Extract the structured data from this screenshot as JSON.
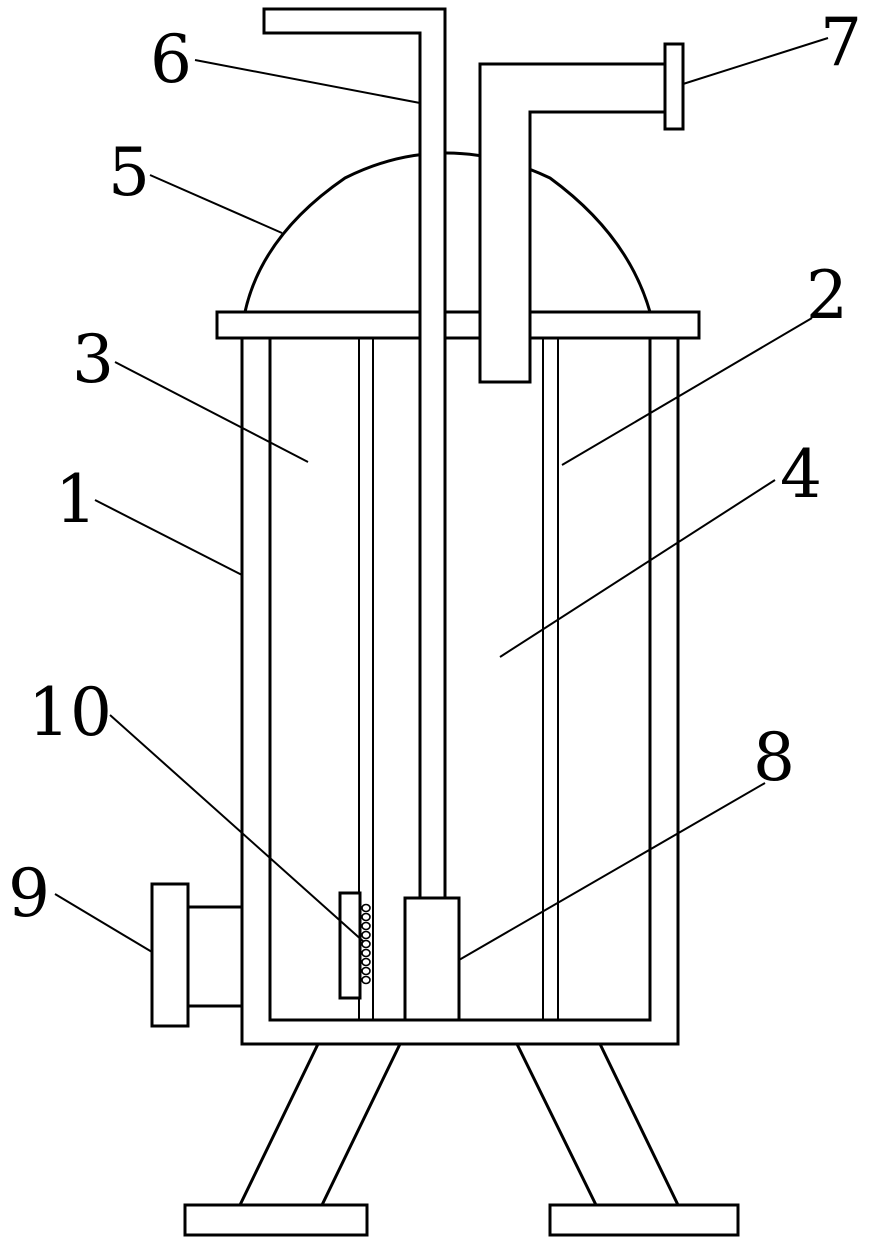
{
  "figure": {
    "labels": [
      {
        "key": "housing",
        "text": "1"
      },
      {
        "key": "inner-cylinder",
        "text": "2"
      },
      {
        "key": "outer-chamber",
        "text": "3"
      },
      {
        "key": "inner-chamber",
        "text": "4"
      },
      {
        "key": "dome-cover",
        "text": "5"
      },
      {
        "key": "inlet-pipe",
        "text": "6"
      },
      {
        "key": "outlet-pipe",
        "text": "7"
      },
      {
        "key": "bottom-block",
        "text": "8"
      },
      {
        "key": "side-port",
        "text": "9"
      },
      {
        "key": "spring",
        "text": "10"
      }
    ]
  },
  "colors": {
    "line": "#000000",
    "background": "#ffffff"
  }
}
